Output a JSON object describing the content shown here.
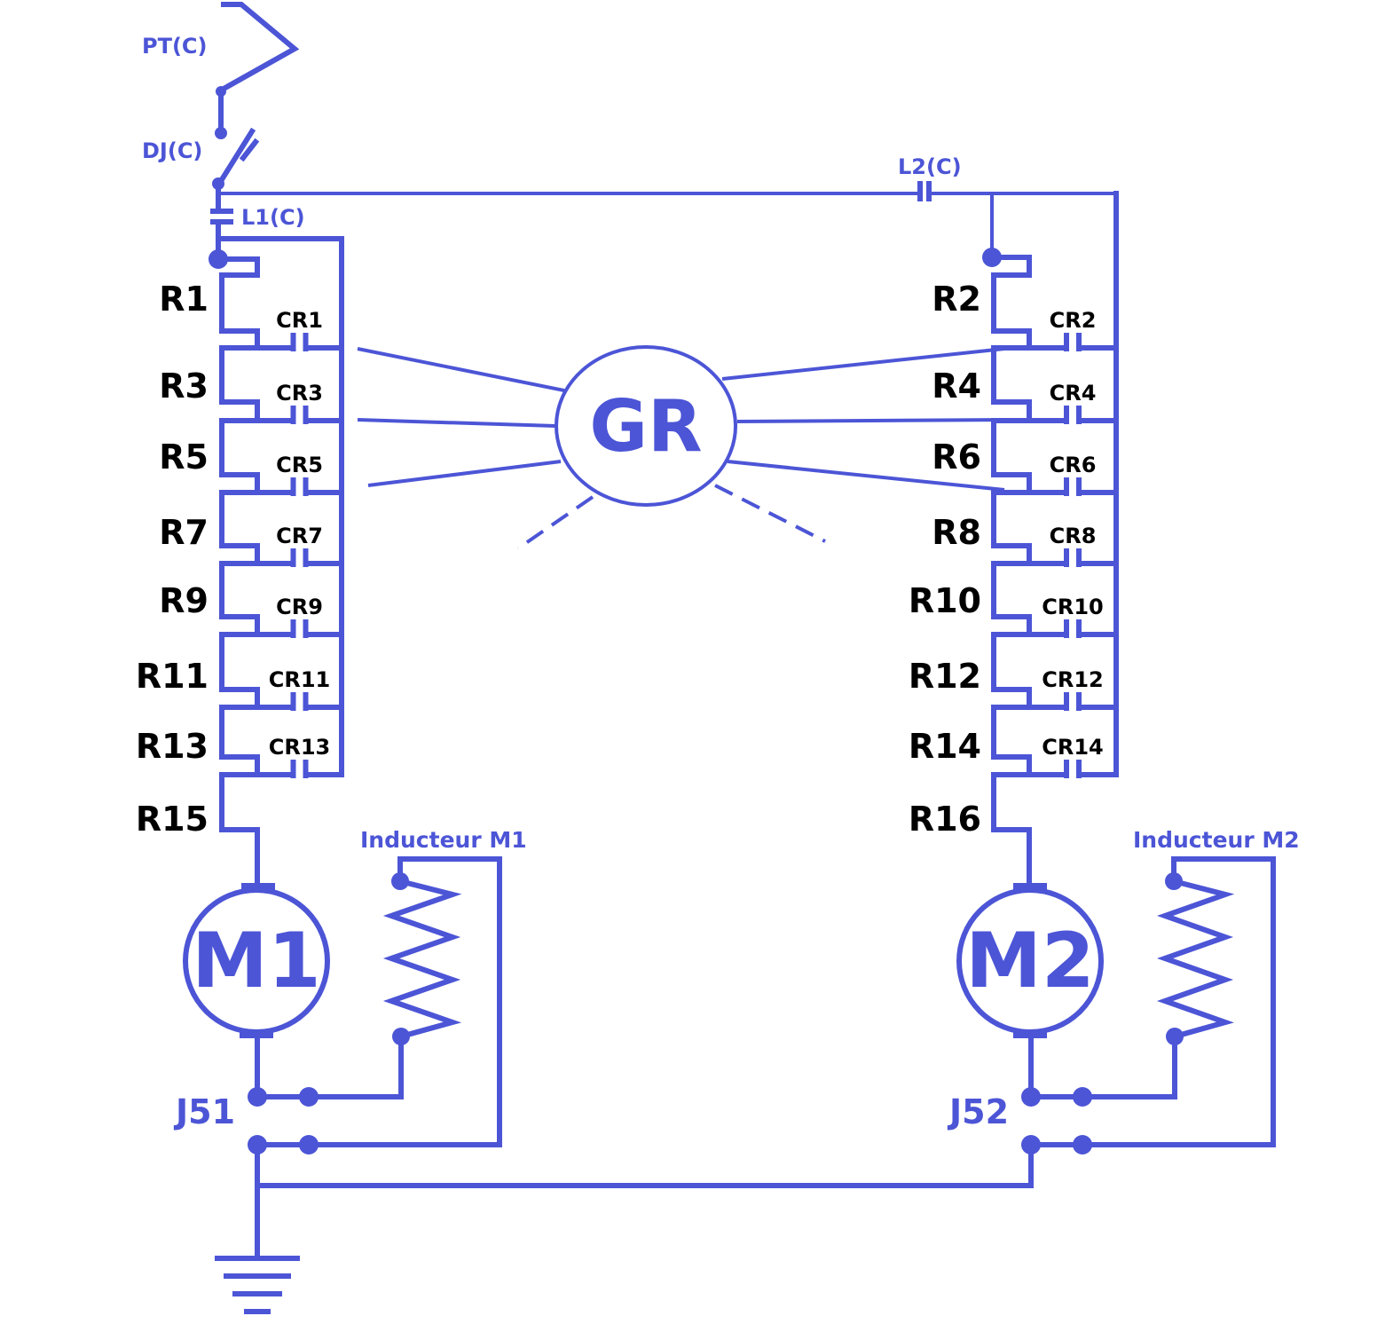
{
  "colors": {
    "wire": "#4c55d6",
    "resistor_text": "#000000",
    "background": "#ffffff"
  },
  "top": {
    "pt": "PT(C)",
    "dj": "DJ(C)",
    "l1": "L1(C)",
    "l2": "L2(C)"
  },
  "left_resistors": [
    "R1",
    "R3",
    "R5",
    "R7",
    "R9",
    "R11",
    "R13",
    "R15"
  ],
  "left_contacts": [
    "CR1",
    "CR3",
    "CR5",
    "CR7",
    "CR9",
    "CR11",
    "CR13"
  ],
  "right_resistors": [
    "R2",
    "R4",
    "R6",
    "R8",
    "R10",
    "R12",
    "R14",
    "R16"
  ],
  "right_contacts": [
    "CR2",
    "CR4",
    "CR6",
    "CR8",
    "CR10",
    "CR12",
    "CR14"
  ],
  "center": {
    "gr": "GR"
  },
  "motors": {
    "m1": "M1",
    "m2": "M2"
  },
  "inductors": {
    "m1": "Inducteur M1",
    "m2": "Inducteur M2"
  },
  "junctions": {
    "j51": "J51",
    "j52": "J52"
  }
}
